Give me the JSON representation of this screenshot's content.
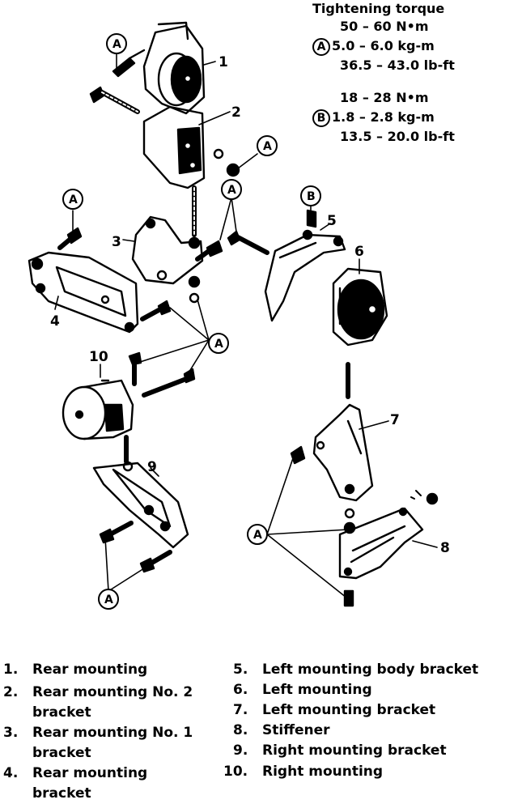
{
  "torque": {
    "title": "Tightening torque",
    "a_marker": "A",
    "b_marker": "B",
    "a": {
      "nm": "50 – 60 N•m",
      "kgm": "5.0 – 6.0 kg-m",
      "lbft": "36.5 – 43.0 lb-ft"
    },
    "b": {
      "nm": "18 – 28 N•m",
      "kgm": "1.8 – 2.8 kg-m",
      "lbft": "13.5 – 20.0 lb-ft"
    }
  },
  "callouts": {
    "c1": "1",
    "c2": "2",
    "c3": "3",
    "c4": "4",
    "c5": "5",
    "c6": "6",
    "c7": "7",
    "c8": "8",
    "c9": "9",
    "c10": "10",
    "a": "A",
    "b": "B"
  },
  "legend": [
    {
      "num": "1.",
      "lines": [
        "Rear mounting"
      ]
    },
    {
      "num": "2.",
      "lines": [
        "Rear mounting No. 2",
        "bracket"
      ]
    },
    {
      "num": "3.",
      "lines": [
        "Rear mounting No. 1",
        "bracket"
      ]
    },
    {
      "num": "4.",
      "lines": [
        "Rear mounting",
        "bracket"
      ]
    },
    {
      "num": "5.",
      "lines": [
        "Left mounting body bracket"
      ]
    },
    {
      "num": "6.",
      "lines": [
        "Left mounting"
      ]
    },
    {
      "num": "7.",
      "lines": [
        "Left mounting bracket"
      ]
    },
    {
      "num": "8.",
      "lines": [
        "Stiffener"
      ]
    },
    {
      "num": "9.",
      "lines": [
        "Right mounting bracket"
      ]
    },
    {
      "num": "10.",
      "lines": [
        "Right mounting"
      ]
    }
  ]
}
